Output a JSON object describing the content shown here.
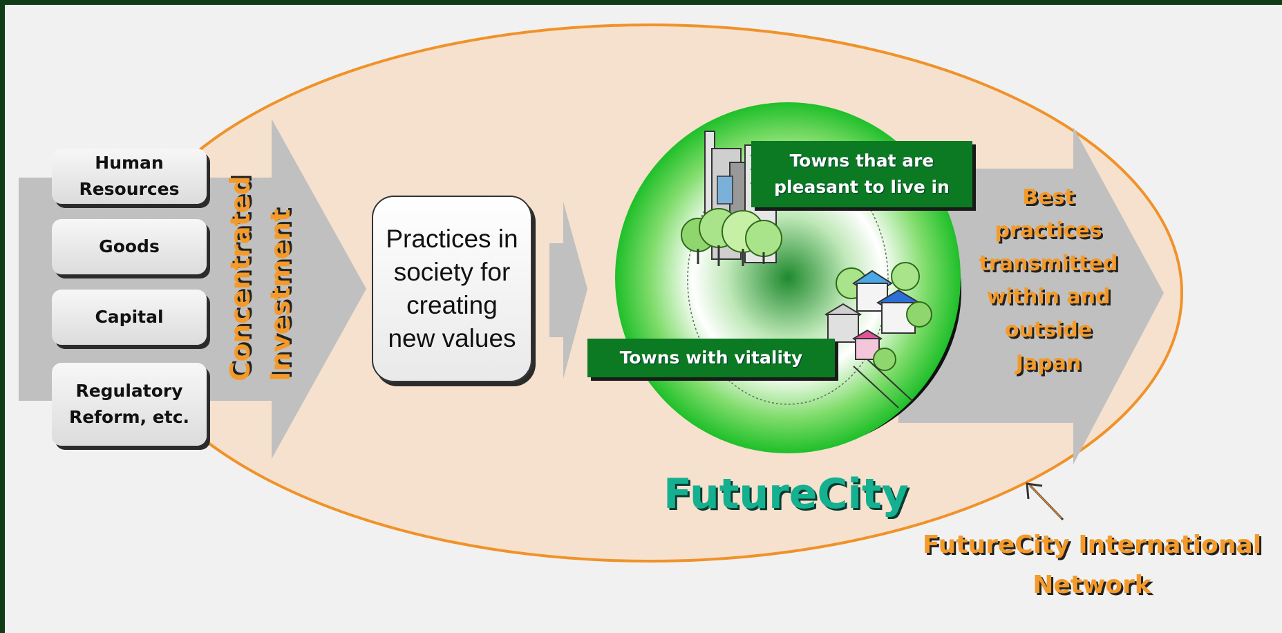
{
  "resources": [
    "Human Resources",
    "Goods",
    "Capital",
    "Regulatory Reform, etc."
  ],
  "investment": {
    "line1": "Concentrated",
    "line2": "Investment"
  },
  "practices": "Practices in society for creating new values",
  "towns": {
    "pleasant": "Towns that are pleasant to live in",
    "vitality": "Towns with vitality"
  },
  "best_practices": "Best practices transmitted within and outside Japan",
  "futurecity": "FutureCity",
  "network": "FutureCity International Network",
  "colors": {
    "frame": "#0f3d15",
    "panel": "#f1f1f1",
    "ellipse_fill": "#f5e1cd",
    "ellipse_stroke": "#f0922a",
    "arrow": "#c0c0c0",
    "green": "#0b7a22",
    "accent_orange": "#f39a2a",
    "teal": "#14b090"
  },
  "icons": [
    "city-buildings-icon",
    "houses-icon"
  ]
}
